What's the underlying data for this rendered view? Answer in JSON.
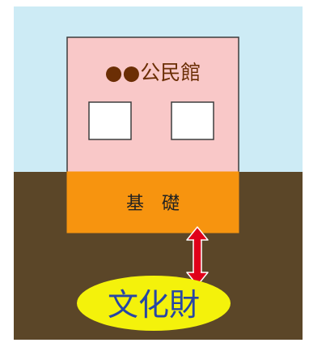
{
  "building": {
    "name": "●●公民館"
  },
  "foundation": {
    "label": "基　礎"
  },
  "artifact": {
    "label": "文化財"
  },
  "colors": {
    "sky": "#cdebf5",
    "ground": "#5b4628",
    "building_wall": "#f9c8c8",
    "building_outline": "#3d3d3d",
    "window_fill": "#ffffff",
    "foundation_fill": "#f7940f",
    "artifact_fill": "#f4f20b",
    "artifact_text": "#2746a6",
    "arrow": "#e0001a",
    "building_text": "#6b2e05"
  }
}
